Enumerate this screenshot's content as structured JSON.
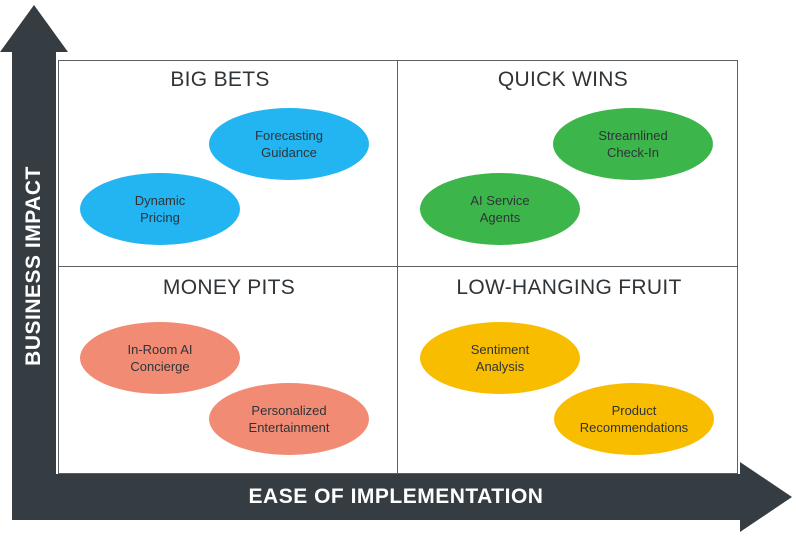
{
  "axes": {
    "y_label": "BUSINESS IMPACT",
    "x_label": "EASE OF IMPLEMENTATION",
    "color": "#363d42"
  },
  "quadrants": {
    "top_left": {
      "title": "BIG BETS",
      "color": "#22b5f2",
      "items": [
        "Forecasting\nGuidance",
        "Dynamic\nPricing"
      ]
    },
    "top_right": {
      "title": "QUICK WINS",
      "color": "#3cb54a",
      "items": [
        "Streamlined\nCheck-In",
        "AI Service\nAgents"
      ]
    },
    "bottom_left": {
      "title": "MONEY PITS",
      "color": "#f28b73",
      "items": [
        "In-Room AI\nConcierge",
        "Personalized\nEntertainment"
      ]
    },
    "bottom_right": {
      "title": "LOW-HANGING FRUIT",
      "color": "#f9bd00",
      "items": [
        "Sentiment\nAnalysis",
        "Product\nRecommendations"
      ]
    }
  }
}
